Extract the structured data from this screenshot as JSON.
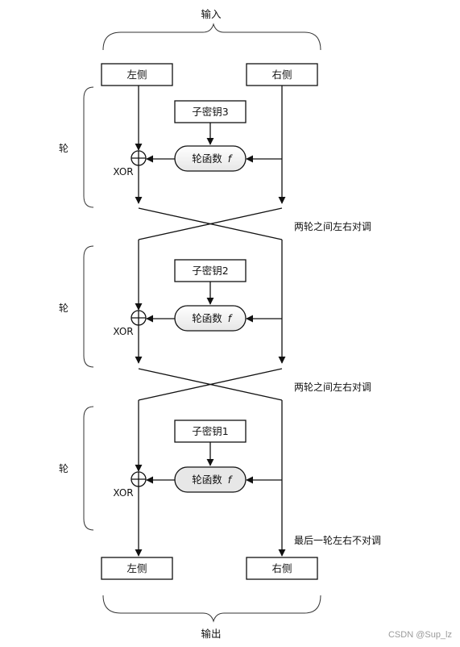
{
  "input_label": "输入",
  "output_label": "输出",
  "top": {
    "left": "左侧",
    "right": "右侧"
  },
  "bottom": {
    "left": "左侧",
    "right": "右侧"
  },
  "rounds": [
    {
      "label": "轮",
      "subkey": "子密钥3",
      "func": "轮函数",
      "func_var": "f",
      "xor": "XOR",
      "note": "两轮之间左右对调"
    },
    {
      "label": "轮",
      "subkey": "子密钥2",
      "func": "轮函数",
      "func_var": "f",
      "xor": "XOR",
      "note": "两轮之间左右对调"
    },
    {
      "label": "轮",
      "subkey": "子密钥1",
      "func": "轮函数",
      "func_var": "f",
      "xor": "XOR",
      "note": "最后一轮左右不对调"
    }
  ],
  "watermark": "CSDN @Sup_lz"
}
